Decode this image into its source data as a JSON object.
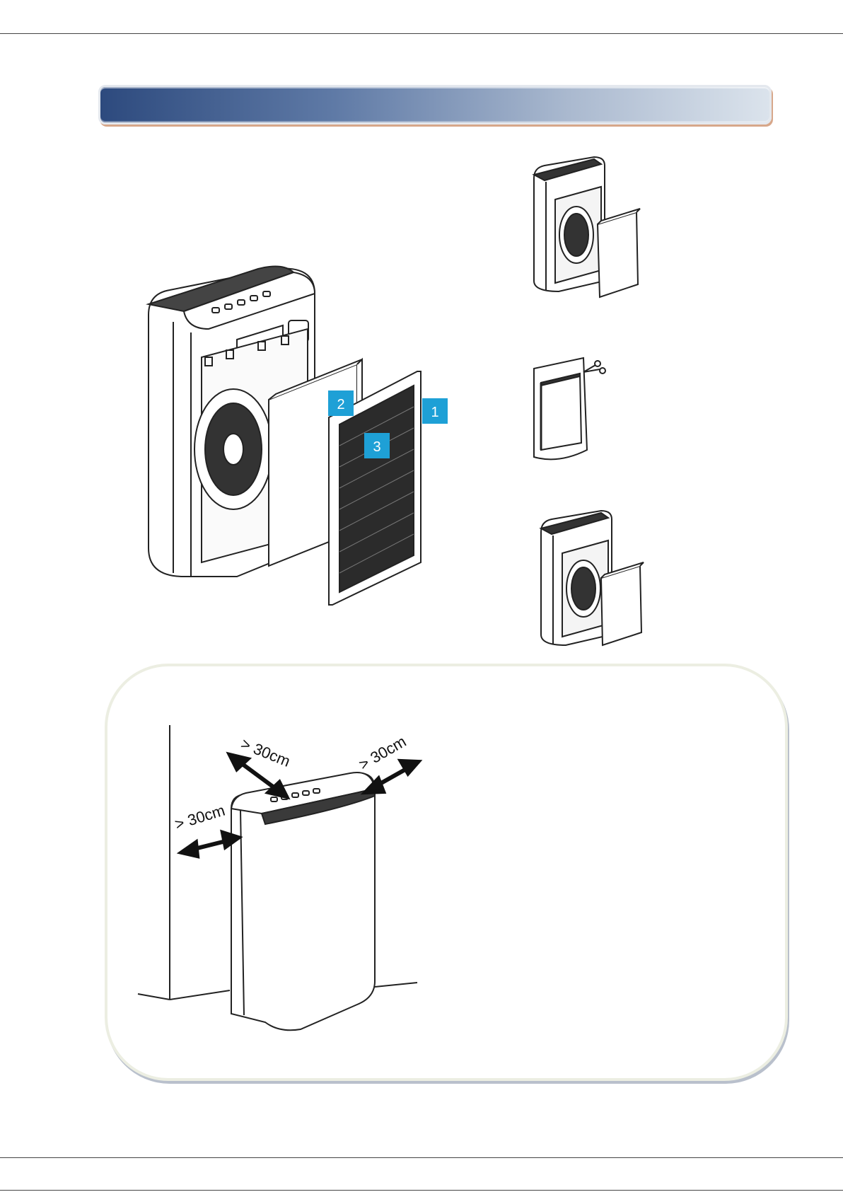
{
  "page": {
    "accent_color": "#1ea0d6",
    "header_bar_gradient": [
      "#2d4a7e",
      "#dbe3ec"
    ]
  },
  "filter_diagram": {
    "labels": [
      "1",
      "2",
      "3"
    ]
  },
  "placement_diagram": {
    "clearance_labels": {
      "top": "> 30cm",
      "right": "> 30cm",
      "left": "> 30cm"
    }
  }
}
